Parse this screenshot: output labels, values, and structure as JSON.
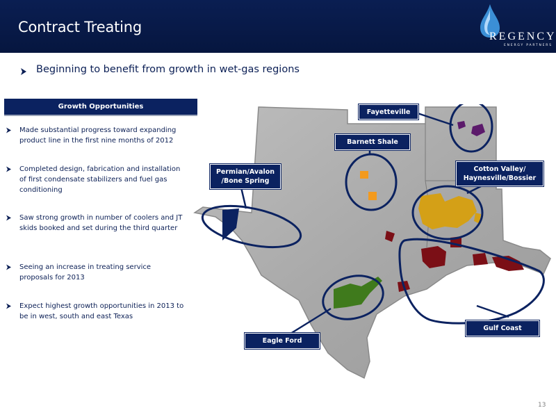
{
  "header": {
    "title": "Contract Treating",
    "logo": {
      "name": "REGENCY",
      "subtitle": "ENERGY PARTNERS",
      "icon": "flame-drop-icon"
    }
  },
  "headline": "Beginning to benefit from growth in wet-gas regions",
  "growth_panel": {
    "title": "Growth Opportunities",
    "bullets": [
      "Made substantial progress toward expanding product line in the first nine months of 2012",
      "Completed design, fabrication and installation of first condensate stabilizers and fuel gas conditioning",
      "Saw strong growth in number of coolers and JT skids booked and set during the third quarter",
      "Seeing an increase in treating service proposals for 2013",
      "Expect highest growth opportunities in 2013 to be in west, south and east Texas"
    ]
  },
  "map": {
    "regions": {
      "fayetteville": "Fayetteville",
      "barnett": "Barnett Shale",
      "permian": "Permian/Avalon /Bone Spring",
      "cotton_valley": "Cotton Valley/ Haynesville/Bossier",
      "eagle_ford": "Eagle Ford",
      "gulf_coast": "Gulf Coast"
    },
    "colors": {
      "callout_bg": "#0b2260",
      "fayetteville": "#5c1a6b",
      "barnett": "#f39a1e",
      "permian": "#0b2260",
      "cotton_valley": "#d4a017",
      "eagle_ford": "#3f7a1c",
      "gulf_coast": "#7b0f16"
    }
  },
  "page_number": "13"
}
